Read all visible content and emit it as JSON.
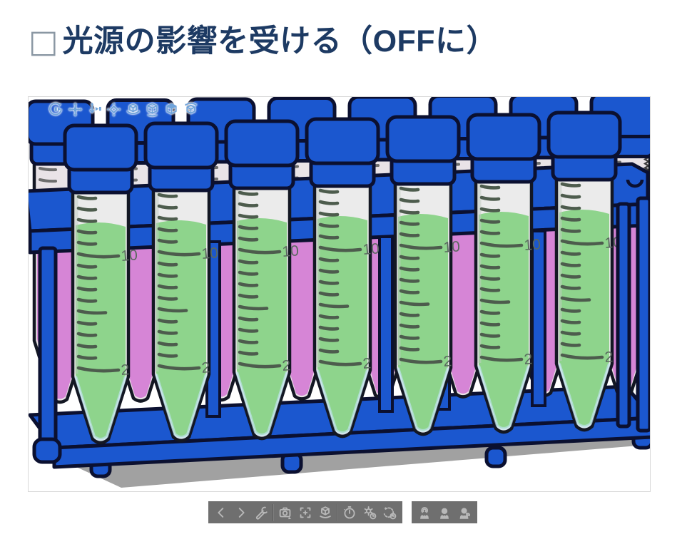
{
  "slide": {
    "title_bullet": "□",
    "title": "光源の影響を受ける（OFFに）",
    "title_color": "#1d3a63"
  },
  "viewer": {
    "background": "#ffffff",
    "border_color": "#d8d8d8",
    "view_toolbar_icons": [
      "orbit-icon",
      "pan-icon",
      "zoom-icon",
      "zoom-extents-icon",
      "iso-view-icon",
      "cube-view-icon",
      "top-view-icon",
      "standard-views-icon"
    ],
    "view_toolbar_color": "#6fa3da",
    "scene": {
      "rack_color": "#1b57cf",
      "outline_color": "#10142a",
      "tube_body_color": "#ebebeb",
      "front_row": {
        "count": 7,
        "liquid_color": "#8ed48c"
      },
      "back_row": {
        "count": 8,
        "liquid_color": "#d685d6"
      },
      "graduation_labels": {
        "major": "10",
        "minor": "2"
      },
      "tick_color": "#4d5c4d",
      "shadow_color": "#a1a1a1"
    }
  },
  "bottom_toolbar": {
    "background": "#6f6f6f",
    "icon_color": "#b9b9b9",
    "group1": [
      "previous",
      "next",
      "settings-wrench",
      "snapshot-camera",
      "center-target",
      "show-model-cube",
      "play-timer",
      "gear-timer",
      "turntable-timer"
    ],
    "group2": [
      "hand-swirl",
      "hand-sphere",
      "hand-annotate"
    ]
  }
}
